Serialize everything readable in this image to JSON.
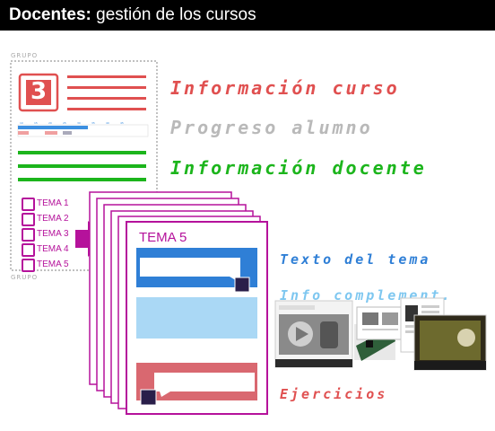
{
  "header": {
    "title_bold": "Docentes:",
    "title_rest": " gestión de los cursos"
  },
  "grupo": {
    "label": "GRUPO"
  },
  "course_icon": {
    "number": "3"
  },
  "temas": [
    "TEMA 1",
    "TEMA 2",
    "TEMA 3",
    "TEMA 4",
    "TEMA 5"
  ],
  "tema_card": {
    "title": "TEMA 5"
  },
  "labels": {
    "informacion_curso": "Información curso",
    "progreso_alumno": "Progreso alumno",
    "informacion_docente": "Información docente",
    "texto_tema": "Texto del tema",
    "info_complement": "Info complement.",
    "ejercicios": "Ejercicios"
  },
  "colors": {
    "header_bg": "#000000",
    "course_red": "#e05050",
    "progress_gray": "#b9b9b9",
    "teacher_green": "#1cb51c",
    "topic_magenta": "#b5129b",
    "text_blue": "#2f7fd6",
    "info_lightblue": "#aad8f5",
    "exercise_red": "#d96870"
  }
}
